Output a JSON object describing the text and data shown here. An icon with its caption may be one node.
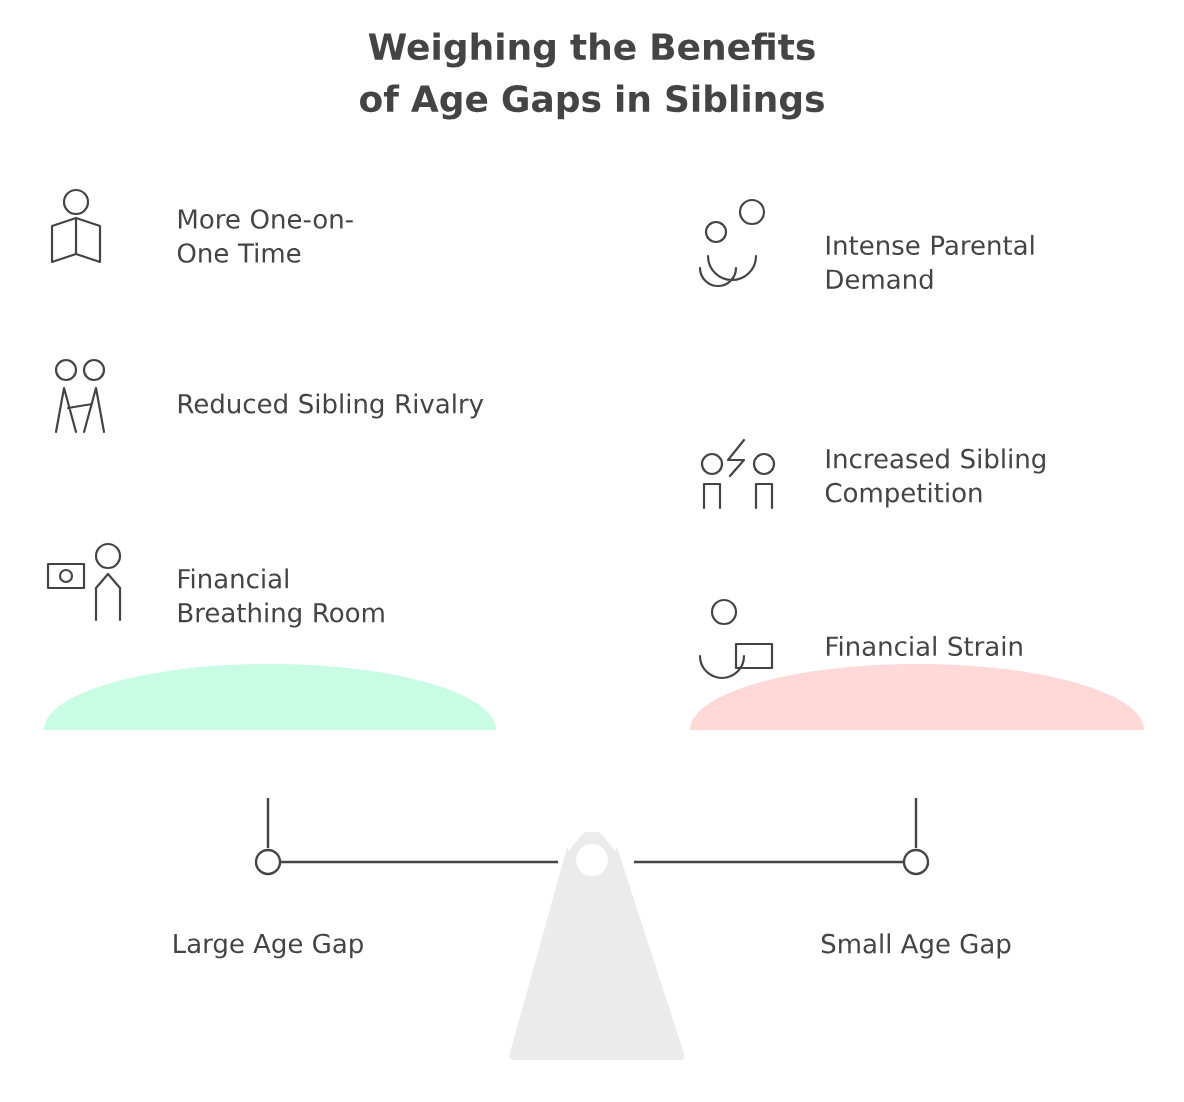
{
  "diagram": {
    "title": "Weighing the Benefits of Age Gaps in Siblings",
    "labels": [
      "More One-on-One Time",
      "Intense Parental Demand",
      "Reduced Sibling Rivalry",
      "Increased Sibling Competition",
      "Financial Breathing Room",
      "Financial Strain",
      "Large Age Gap",
      "Small Age Gap"
    ]
  }
}
